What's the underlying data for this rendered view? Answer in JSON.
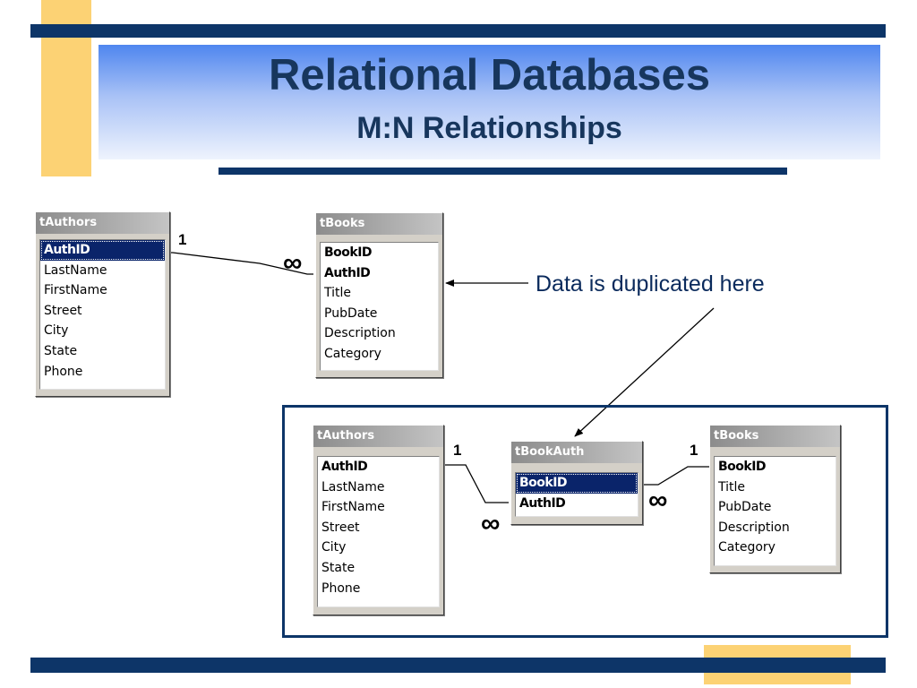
{
  "slide": {
    "title": "Relational Databases",
    "subtitle": "M:N Relationships"
  },
  "top_diagram": {
    "authors": {
      "title": "tAuthors",
      "fields": [
        {
          "name": "AuthID",
          "key": true,
          "selected": true
        },
        {
          "name": "LastName"
        },
        {
          "name": "FirstName"
        },
        {
          "name": "Street"
        },
        {
          "name": "City"
        },
        {
          "name": "State"
        },
        {
          "name": "Phone"
        }
      ]
    },
    "books": {
      "title": "tBooks",
      "fields": [
        {
          "name": "BookID",
          "key": true
        },
        {
          "name": "AuthID",
          "key": true
        },
        {
          "name": "Title"
        },
        {
          "name": "PubDate"
        },
        {
          "name": "Description"
        },
        {
          "name": "Category"
        }
      ]
    },
    "relation": {
      "one": "1",
      "many": "∞"
    }
  },
  "annotation": "Data is duplicated here",
  "bottom_diagram": {
    "authors": {
      "title": "tAuthors",
      "fields": [
        {
          "name": "AuthID",
          "key": true
        },
        {
          "name": "LastName"
        },
        {
          "name": "FirstName"
        },
        {
          "name": "Street"
        },
        {
          "name": "City"
        },
        {
          "name": "State"
        },
        {
          "name": "Phone"
        }
      ]
    },
    "bookauth": {
      "title": "tBookAuth",
      "fields": [
        {
          "name": "BookID",
          "key": true,
          "selected": true
        },
        {
          "name": "AuthID",
          "key": true
        }
      ]
    },
    "books": {
      "title": "tBooks",
      "fields": [
        {
          "name": "BookID",
          "key": true
        },
        {
          "name": "Title"
        },
        {
          "name": "PubDate"
        },
        {
          "name": "Description"
        },
        {
          "name": "Category"
        }
      ]
    },
    "left_relation": {
      "one": "1",
      "many": "∞"
    },
    "right_relation": {
      "one": "1",
      "many": "∞"
    }
  },
  "colors": {
    "navy": "#0d3568",
    "accent": "#fcd274",
    "title_text": "#17365d",
    "selection": "#0a246a"
  }
}
